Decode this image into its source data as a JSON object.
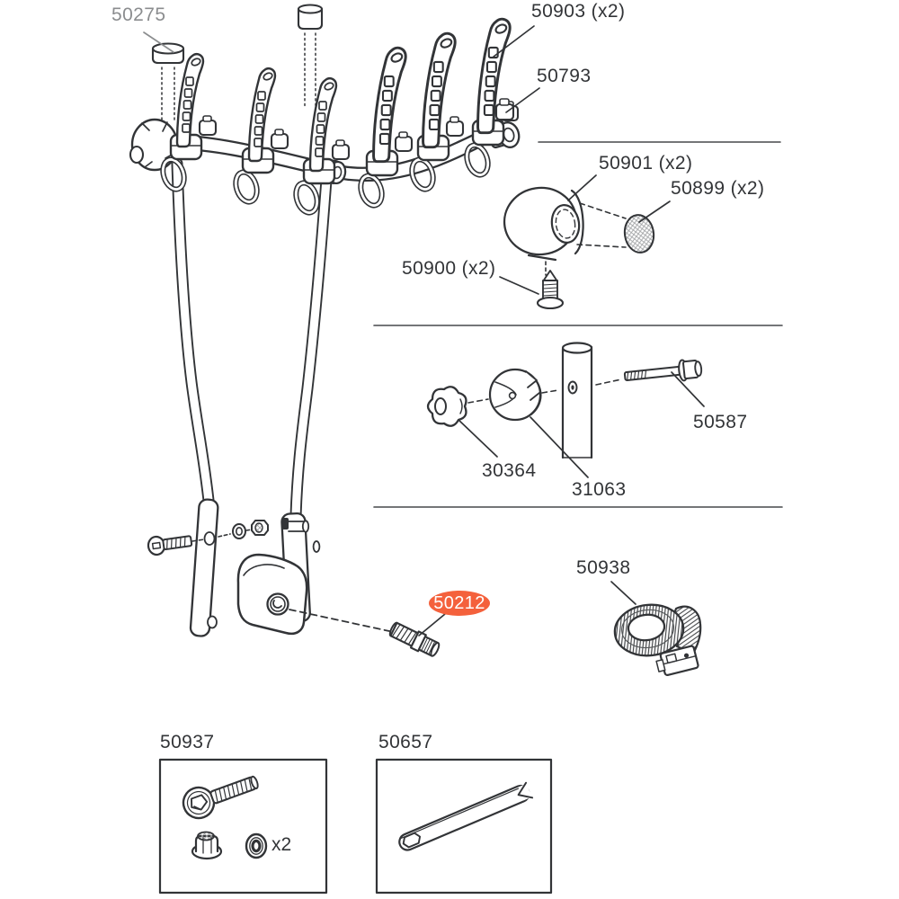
{
  "colors": {
    "ink": "#323437",
    "gray_label": "#8b8d8f",
    "orange": "#f4613c",
    "paper": "#ffffff"
  },
  "diagram": {
    "highlighted_part": "50212"
  },
  "labels": {
    "p50275": {
      "text": "50275"
    },
    "p50903": {
      "text": "50903 (x2)"
    },
    "p50793": {
      "text": "50793"
    },
    "p50901": {
      "text": "50901 (x2)"
    },
    "p50899": {
      "text": "50899 (x2)"
    },
    "p50900": {
      "text": "50900 (x2)"
    },
    "p50587": {
      "text": "50587"
    },
    "p30364": {
      "text": "30364"
    },
    "p31063": {
      "text": "31063"
    },
    "p50938": {
      "text": "50938"
    },
    "p50212": {
      "text": "50212"
    },
    "p50937": {
      "text": "50937"
    },
    "p50657": {
      "text": "50657"
    },
    "washer_qty": {
      "text": "x2"
    }
  }
}
